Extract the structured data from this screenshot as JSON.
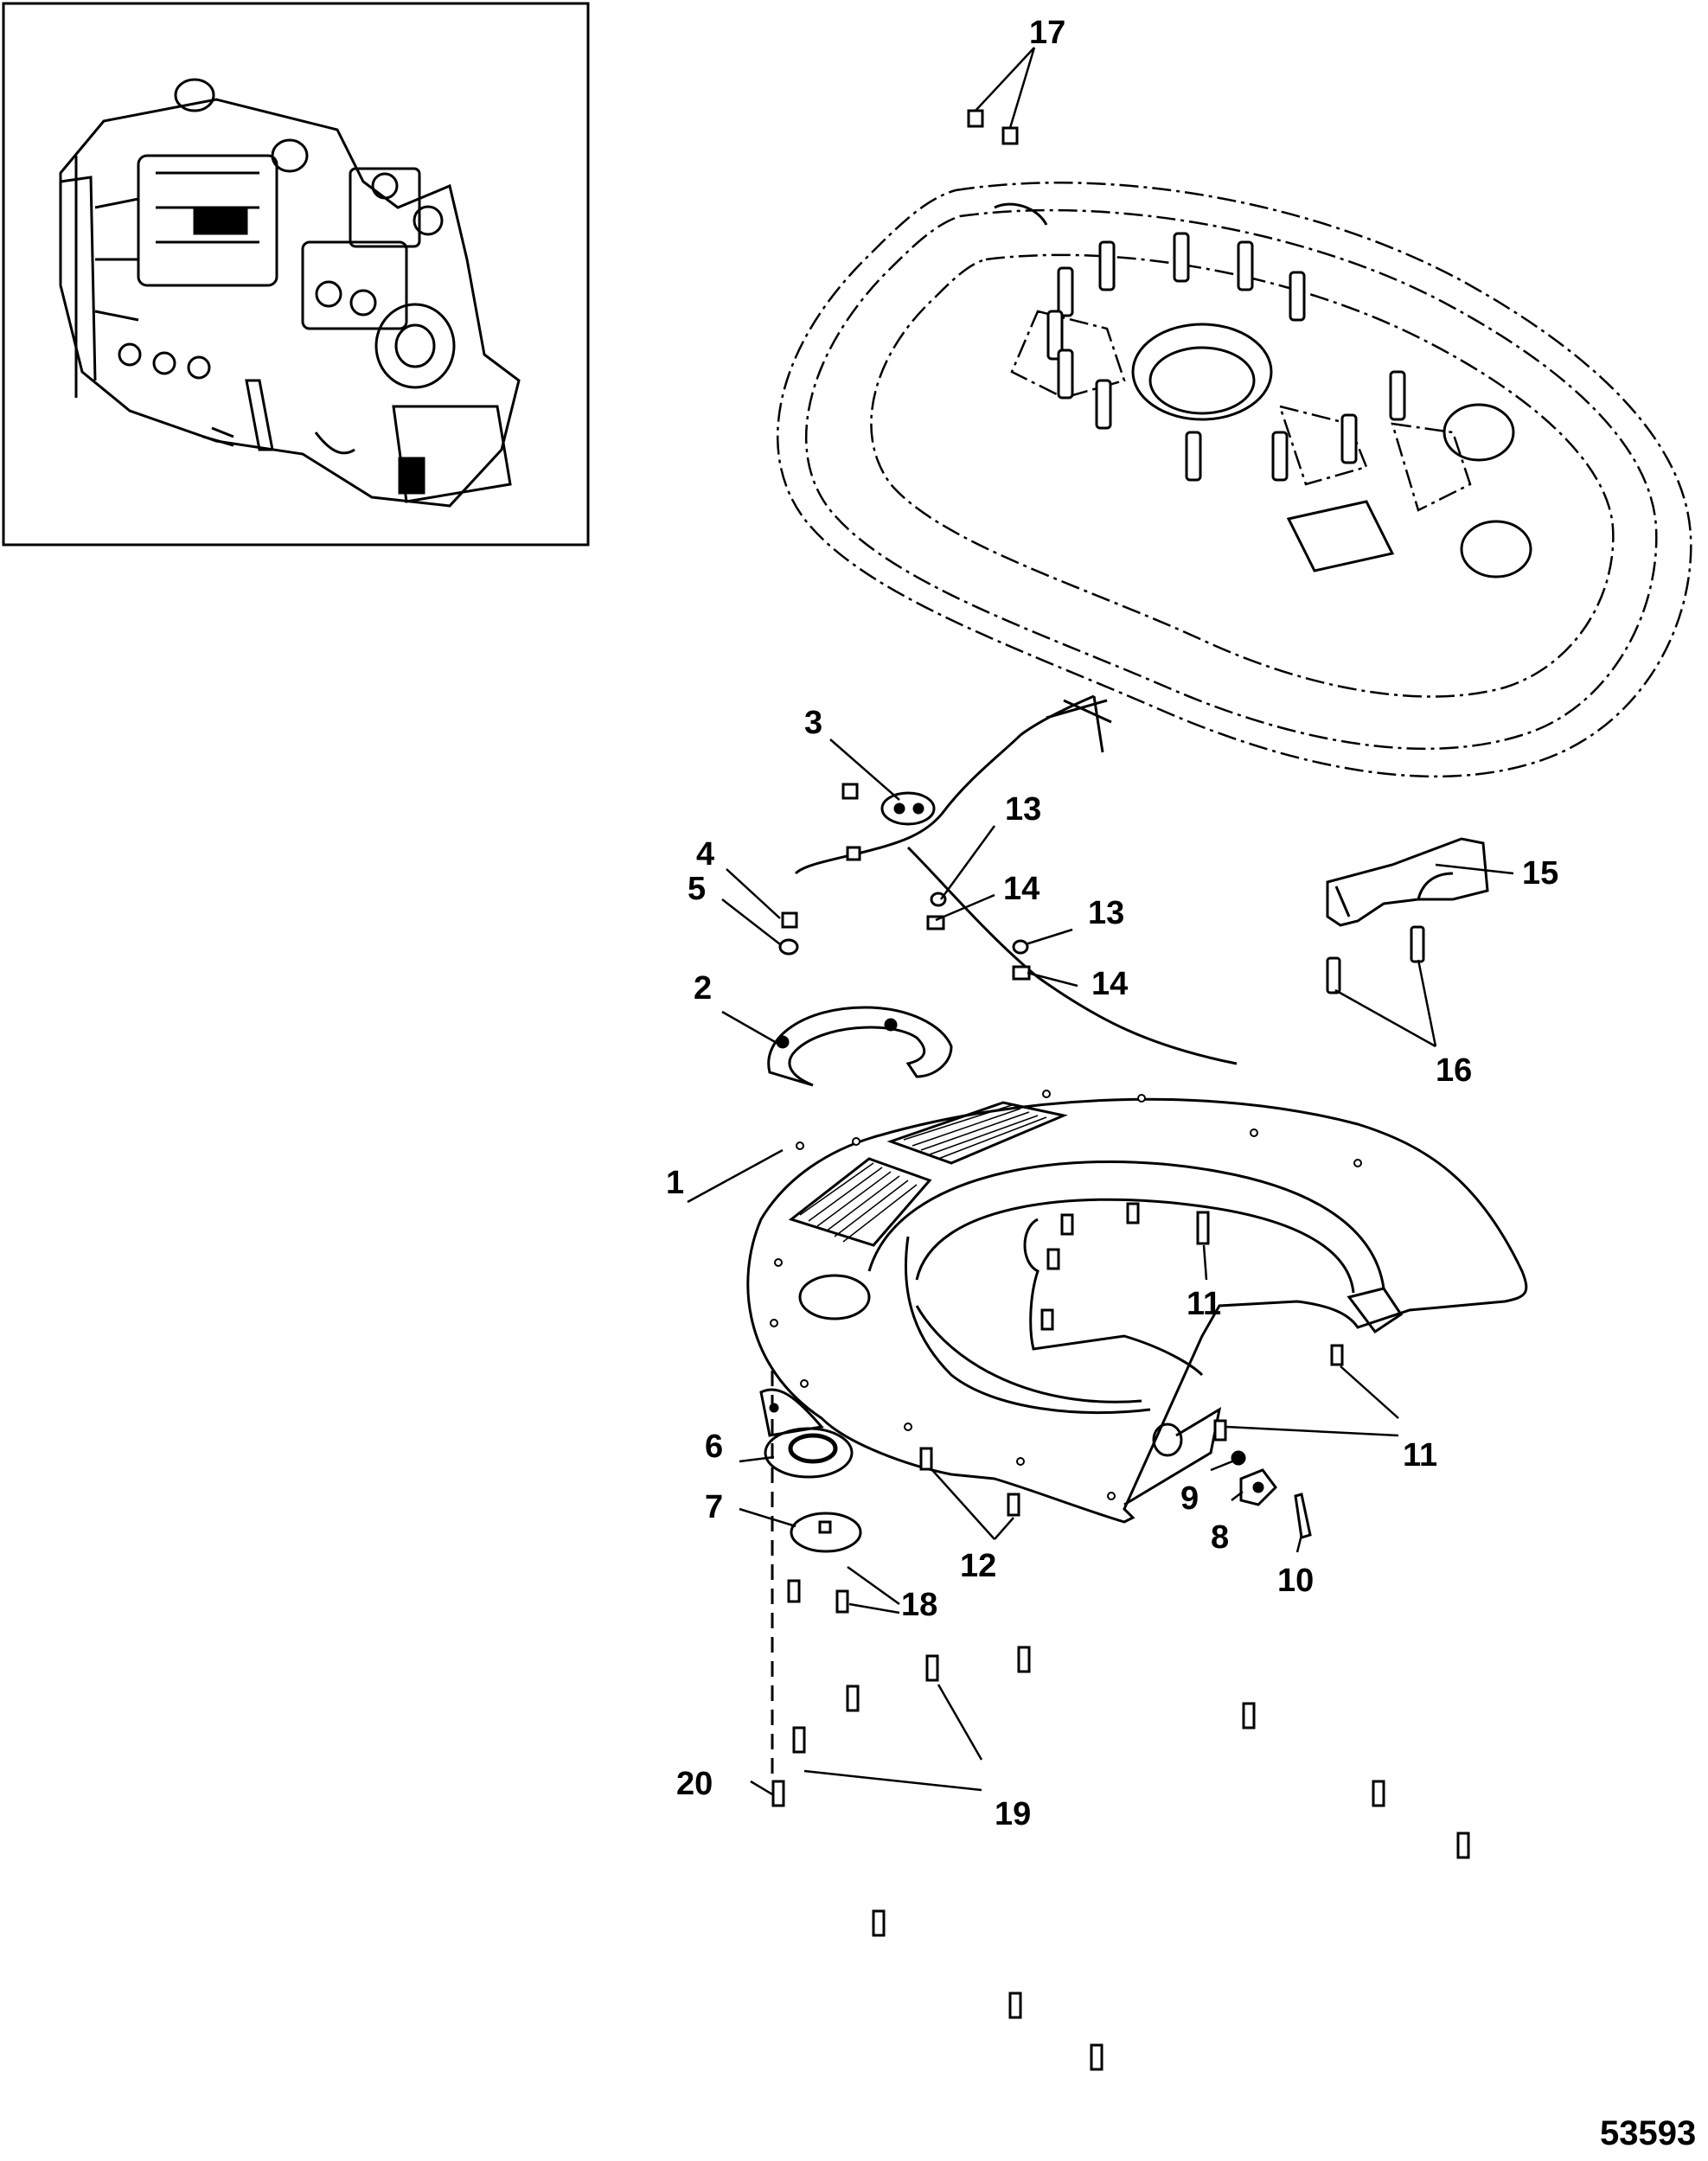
{
  "figure": {
    "figure_number": "53593",
    "inset": {
      "frame_color": "#000000"
    },
    "callouts": [
      {
        "label": "17"
      },
      {
        "label": "3"
      },
      {
        "label": "4"
      },
      {
        "label": "5"
      },
      {
        "label": "13"
      },
      {
        "label": "14"
      },
      {
        "label": "13"
      },
      {
        "label": "14"
      },
      {
        "label": "15"
      },
      {
        "label": "16"
      },
      {
        "label": "2"
      },
      {
        "label": "1"
      },
      {
        "label": "11"
      },
      {
        "label": "11"
      },
      {
        "label": "6"
      },
      {
        "label": "7"
      },
      {
        "label": "9"
      },
      {
        "label": "8"
      },
      {
        "label": "10"
      },
      {
        "label": "12"
      },
      {
        "label": "18"
      },
      {
        "label": "19"
      },
      {
        "label": "20"
      }
    ],
    "line_color": "#000000",
    "background": "#ffffff"
  }
}
